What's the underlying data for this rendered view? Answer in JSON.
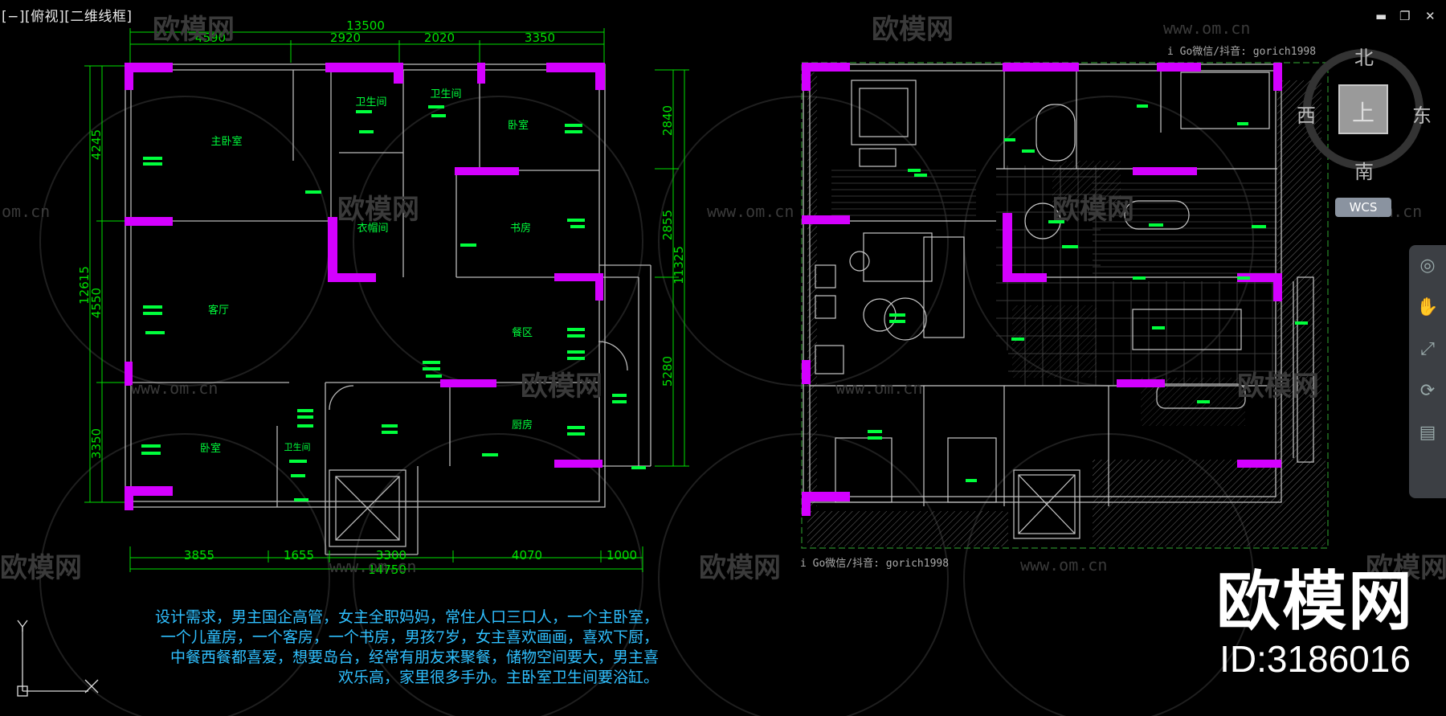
{
  "viewport_label": "[−][俯视][二维线框]",
  "window_controls": [
    "▬",
    "❐",
    "✕"
  ],
  "compass": {
    "north": "北",
    "south": "南",
    "west": "西",
    "east": "东",
    "center": "上",
    "wcs": "WCS"
  },
  "left_plan": {
    "top_total": "13500",
    "top_dims": [
      "4590",
      "2920",
      "2020",
      "3350"
    ],
    "bottom_total": "14750",
    "bottom_dims": [
      "3855",
      "1655",
      "3300",
      "4070",
      "1000"
    ],
    "left_total": "12615",
    "left_dims": [
      "4245",
      "4550",
      "3350"
    ],
    "right_total": "11325",
    "right_dims": [
      "2840",
      "2855",
      "5280"
    ],
    "rooms": [
      "主卧室",
      "卫生间",
      "卫生间",
      "卧室",
      "衣帽间",
      "书房",
      "客厅",
      "餐区",
      "卧室",
      "卫生间",
      "厨房"
    ]
  },
  "right_plan": {
    "credit_top": "i Go微信/抖音: gorich1998",
    "credit_bottom": "i Go微信/抖音: gorich1998"
  },
  "watermarks": {
    "brand": "欧模网",
    "url": "www.om.cn",
    "url_short": "om.cn"
  },
  "design_note": [
    "设计需求，男主国企高管，女主全职妈妈，常住人口三口人，一个主卧室，",
    "一个儿童房，一个客房，一个书房，男孩7岁，女主喜欢画画，喜欢下厨，",
    "中餐西餐都喜爱，想要岛台，经常有朋友来聚餐，储物空间要大，男主喜",
    "欢乐高，家里很多手办。主卧室卫生间要浴缸。"
  ],
  "brand_stamp": {
    "title": "欧模网",
    "id": "ID:3186016"
  },
  "colors": {
    "wall": "#d400ff",
    "dim": "#00e000",
    "line": "#b9b9b9",
    "label": "#00ff3c",
    "note": "#2fc0ff",
    "frame": "#2a8a2a"
  }
}
